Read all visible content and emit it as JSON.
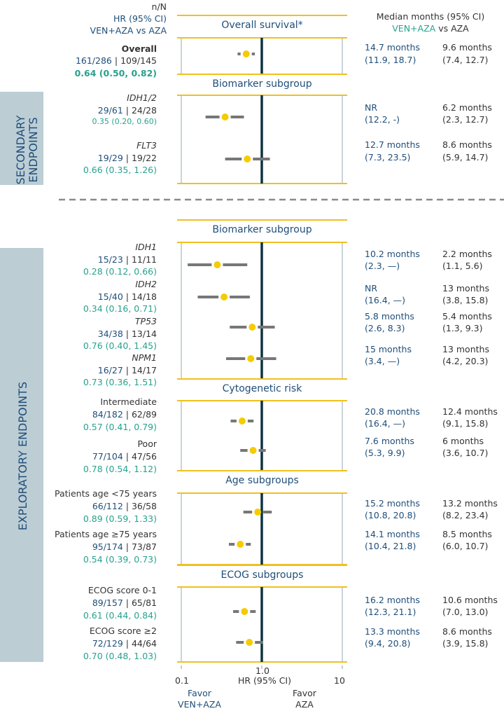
{
  "colors": {
    "blue": "#1f4e79",
    "teal": "#27a28e",
    "dark": "#333333",
    "gold": "#f0c020",
    "marker": "#f5cc00",
    "ci": "#777777",
    "ref_line": "#0d3340",
    "side_panel": "#bccdd4"
  },
  "header": {
    "nn": "n/N",
    "hr": "HR (95% CI)",
    "arms": "VEN+AZA vs AZA",
    "median": "Median months (95% CI)",
    "median_arms_a": "VEN+AZA",
    "median_arms_b": "vs AZA"
  },
  "side_labels": {
    "secondary": "SECONDARY ENDPOINTS",
    "exploratory": "EXPLORATORY ENDPOINTS"
  },
  "axis": {
    "tick_labels": [
      "0.1",
      "1.0",
      "10"
    ],
    "label": "HR (95% CI)",
    "favor_left_1": "Favor",
    "favor_left_2": "VEN+AZA",
    "favor_right_1": "Favor",
    "favor_right_2": "AZA"
  },
  "chart_data": {
    "type": "forest",
    "x_scale": "log",
    "xlim": [
      0.1,
      10
    ],
    "reference_value": 1.0,
    "sections": [
      {
        "title": "Overall survival*",
        "rows": [
          {
            "label": "Overall",
            "nn": [
              "161/286",
              "109/145"
            ],
            "hr": "0.64 (0.50, 0.82)",
            "est": 0.64,
            "lo": 0.5,
            "hi": 0.82,
            "ven": [
              "14.7 months",
              "(11.9, 18.7)"
            ],
            "aza": [
              "9.6 months",
              "(7.4, 12.7)"
            ]
          }
        ]
      },
      {
        "title": "Biomarker subgroup",
        "rows": [
          {
            "label": "IDH1/2",
            "nn": [
              "29/61",
              "24/28"
            ],
            "hr": "0.35 (0.20, 0.60)",
            "est": 0.35,
            "lo": 0.2,
            "hi": 0.6,
            "ven": [
              "NR",
              "(12.2, -)"
            ],
            "aza": [
              "6.2 months",
              "(2.3, 12.7)"
            ]
          },
          {
            "label": "FLT3",
            "nn": [
              "19/29",
              "19/22"
            ],
            "hr": "0.66 (0.35, 1.26)",
            "est": 0.66,
            "lo": 0.35,
            "hi": 1.26,
            "ven": [
              "12.7 months",
              "(7.3, 23.5)"
            ],
            "aza": [
              "8.6 months",
              "(5.9, 14.7)"
            ]
          }
        ]
      },
      {
        "title": "Biomarker subgroup",
        "rows": [
          {
            "label": "IDH1",
            "nn": [
              "15/23",
              "11/11"
            ],
            "hr": "0.28 (0.12, 0.66)",
            "est": 0.28,
            "lo": 0.12,
            "hi": 0.66,
            "ven": [
              "10.2 months",
              "(2.3, —)"
            ],
            "aza": [
              "2.2 months",
              "(1.1, 5.6)"
            ]
          },
          {
            "label": "IDH2",
            "nn": [
              "15/40",
              "14/18"
            ],
            "hr": "0.34 (0.16, 0.71)",
            "est": 0.34,
            "lo": 0.16,
            "hi": 0.71,
            "ven": [
              "NR",
              "(16.4, —)"
            ],
            "aza": [
              "13 months",
              "(3.8, 15.8)"
            ]
          },
          {
            "label": "TP53",
            "nn": [
              "34/38",
              "13/14"
            ],
            "hr": "0.76 (0.40, 1.45)",
            "est": 0.76,
            "lo": 0.4,
            "hi": 1.45,
            "ven": [
              "5.8 months",
              "(2.6, 8.3)"
            ],
            "aza": [
              "5.4 months",
              "(1.3, 9.3)"
            ]
          },
          {
            "label": "NPM1",
            "nn": [
              "16/27",
              "14/17"
            ],
            "hr": "0.73 (0.36, 1.51)",
            "est": 0.73,
            "lo": 0.36,
            "hi": 1.51,
            "ven": [
              "15 months",
              "(3.4, —)"
            ],
            "aza": [
              "13 months",
              "(4.2, 20.3)"
            ]
          }
        ]
      },
      {
        "title": "Cytogenetic risk",
        "rows": [
          {
            "label": "Intermediate",
            "nn": [
              "84/182",
              "62/89"
            ],
            "hr": "0.57 (0.41, 0.79)",
            "est": 0.57,
            "lo": 0.41,
            "hi": 0.79,
            "ven": [
              "20.8 months",
              "(16.4, —)"
            ],
            "aza": [
              "12.4 months",
              "(9.1, 15.8)"
            ]
          },
          {
            "label": "Poor",
            "nn": [
              "77/104",
              "47/56"
            ],
            "hr": "0.78 (0.54, 1.12)",
            "est": 0.78,
            "lo": 0.54,
            "hi": 1.12,
            "ven": [
              "7.6 months",
              "(5.3, 9.9)"
            ],
            "aza": [
              "6 months",
              "(3.6, 10.7)"
            ]
          }
        ]
      },
      {
        "title": "Age subgroups",
        "rows": [
          {
            "label": "Patients age <75 years",
            "nn": [
              "66/112",
              "36/58"
            ],
            "hr": "0.89 (0.59, 1.33)",
            "est": 0.89,
            "lo": 0.59,
            "hi": 1.33,
            "ven": [
              "15.2 months",
              "(10.8, 20.8)"
            ],
            "aza": [
              "13.2 months",
              "(8.2, 23.4)"
            ]
          },
          {
            "label": "Patients age ≥75 years",
            "nn": [
              "95/174",
              "73/87"
            ],
            "hr": "0.54 (0.39, 0.73)",
            "est": 0.54,
            "lo": 0.39,
            "hi": 0.73,
            "ven": [
              "14.1 months",
              "(10.4, 21.8)"
            ],
            "aza": [
              "8.5 months",
              "(6.0, 10.7)"
            ]
          }
        ]
      },
      {
        "title": "ECOG subgroups",
        "rows": [
          {
            "label": "ECOG score 0-1",
            "nn": [
              "89/157",
              "65/81"
            ],
            "hr": "0.61 (0.44, 0.84)",
            "est": 0.61,
            "lo": 0.44,
            "hi": 0.84,
            "ven": [
              "16.2 months",
              "(12.3, 21.1)"
            ],
            "aza": [
              "10.6 months",
              "(7.0, 13.0)"
            ]
          },
          {
            "label": "ECOG score ≥2",
            "nn": [
              "72/129",
              "44/64"
            ],
            "hr": "0.70 (0.48, 1.03)",
            "est": 0.7,
            "lo": 0.48,
            "hi": 1.03,
            "ven": [
              "13.3 months",
              "(9.4, 20.8)"
            ],
            "aza": [
              "8.6 months",
              "(3.9, 15.8)"
            ]
          }
        ]
      }
    ]
  }
}
